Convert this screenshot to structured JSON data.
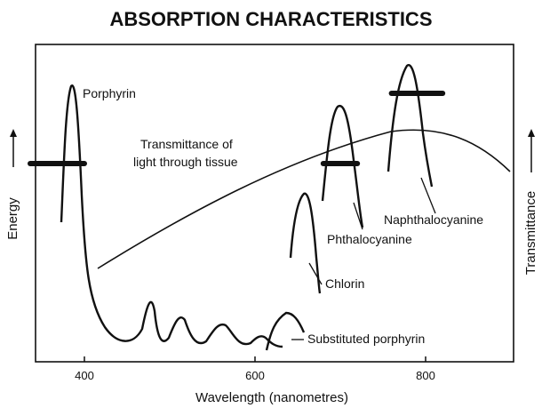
{
  "chart_data": {
    "type": "line",
    "title": "ABSORPTION CHARACTERISTICS",
    "xlabel": "Wavelength (nanometres)",
    "ylabel_left": "Energy",
    "ylabel_right": "Transmittance",
    "xlim": [
      340,
      900
    ],
    "xticks": [
      400,
      600,
      800
    ],
    "series": [
      {
        "name": "Porphyrin",
        "label": "Porphyrin"
      },
      {
        "name": "Substituted porphyrin",
        "label": "Substituted porphyrin"
      },
      {
        "name": "Chlorin",
        "label": "Chlorin"
      },
      {
        "name": "Phthalocyanine",
        "label": "Phthalocyanine"
      },
      {
        "name": "Naphthalocyanine",
        "label": "Naphthalocyanine"
      },
      {
        "name": "Transmittance of light through tissue",
        "label_line1": "Transmittance of",
        "label_line2": "light through tissue"
      }
    ],
    "bands": [
      {
        "series": "Porphyrin",
        "from": 335,
        "to": 400
      },
      {
        "series": "Phthalocyanine",
        "from": 680,
        "to": 720
      },
      {
        "series": "Naphthalocyanine",
        "from": 760,
        "to": 820
      }
    ]
  }
}
